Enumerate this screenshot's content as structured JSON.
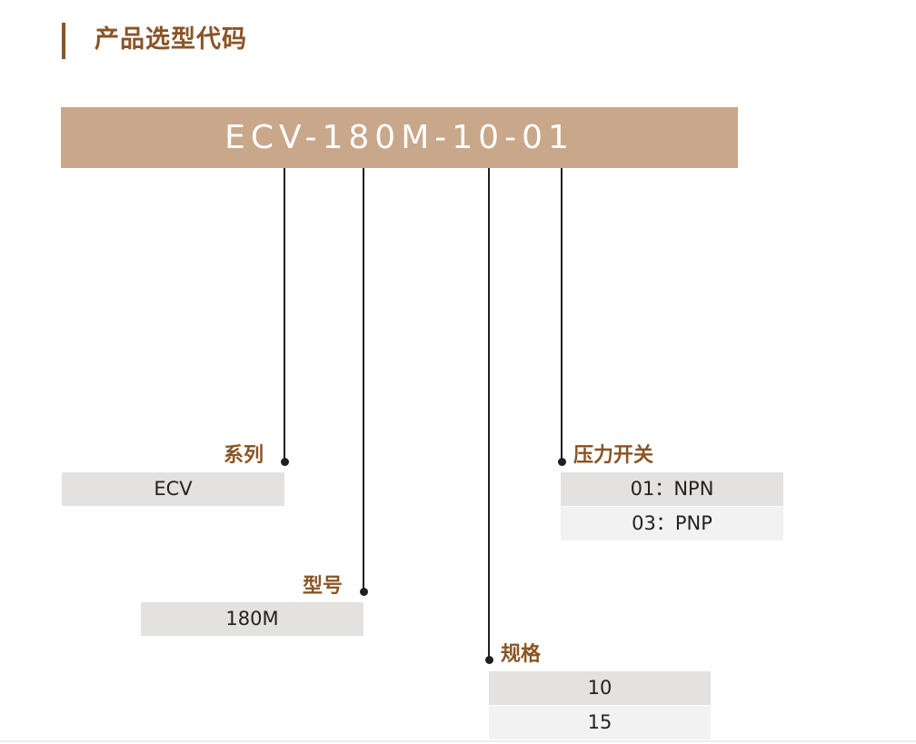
{
  "title": "产品选型代码",
  "code": "ECV-180M-10-01",
  "segments": {
    "series": {
      "label": "系列",
      "options": [
        "ECV"
      ]
    },
    "model": {
      "label": "型号",
      "options": [
        "180M"
      ]
    },
    "spec": {
      "label": "规格",
      "options": [
        "10",
        "15"
      ]
    },
    "pressure_switch": {
      "label": "压力开关",
      "options": [
        "01：NPN",
        "03：PNP"
      ]
    }
  },
  "colors": {
    "accent": "#8a5426",
    "banner": "#c8a78a",
    "cell_dark": "#e4e2e0",
    "cell_light": "#f2f2f2",
    "line": "#1f1f1f"
  }
}
